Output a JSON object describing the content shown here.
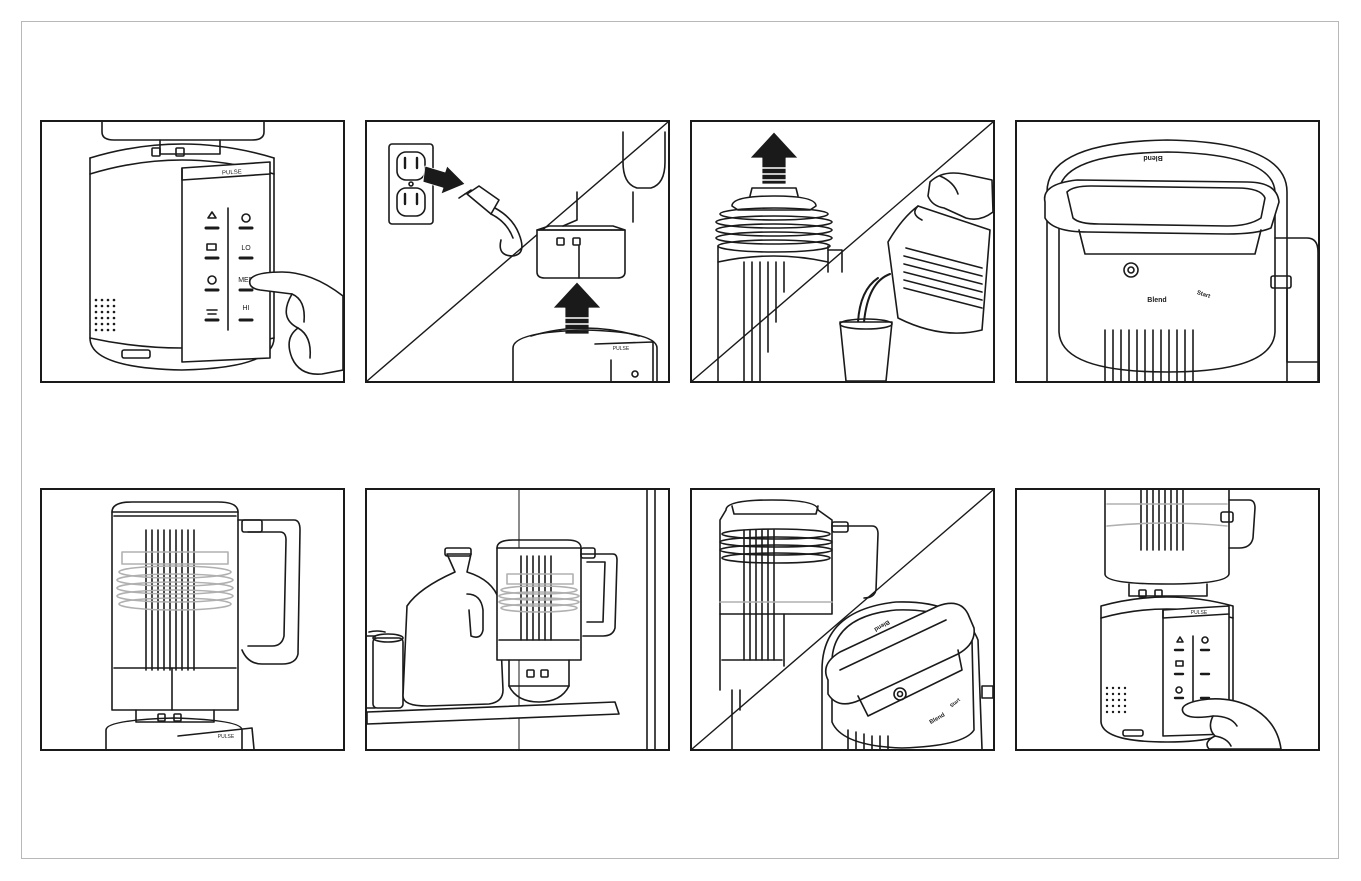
{
  "colors": {
    "ink": "#1a1a1a",
    "page_border": "#b8b8b8",
    "background": "#ffffff"
  },
  "panel1": {
    "control_label": "PULSE",
    "speed_labels": [
      "LO",
      "MED",
      "HI"
    ]
  },
  "panel2": {
    "control_label": "PULSE"
  },
  "panel4": {
    "lid_top": "Blend",
    "lid_bottom": "Blend",
    "lid_side": "Start"
  },
  "panel5": {
    "control_label": "PULSE"
  },
  "panel7": {
    "lid_top": "Blend",
    "lid_bottom": "Blend",
    "lid_side": "Start"
  },
  "panel8": {
    "control_label": "PULSE"
  }
}
